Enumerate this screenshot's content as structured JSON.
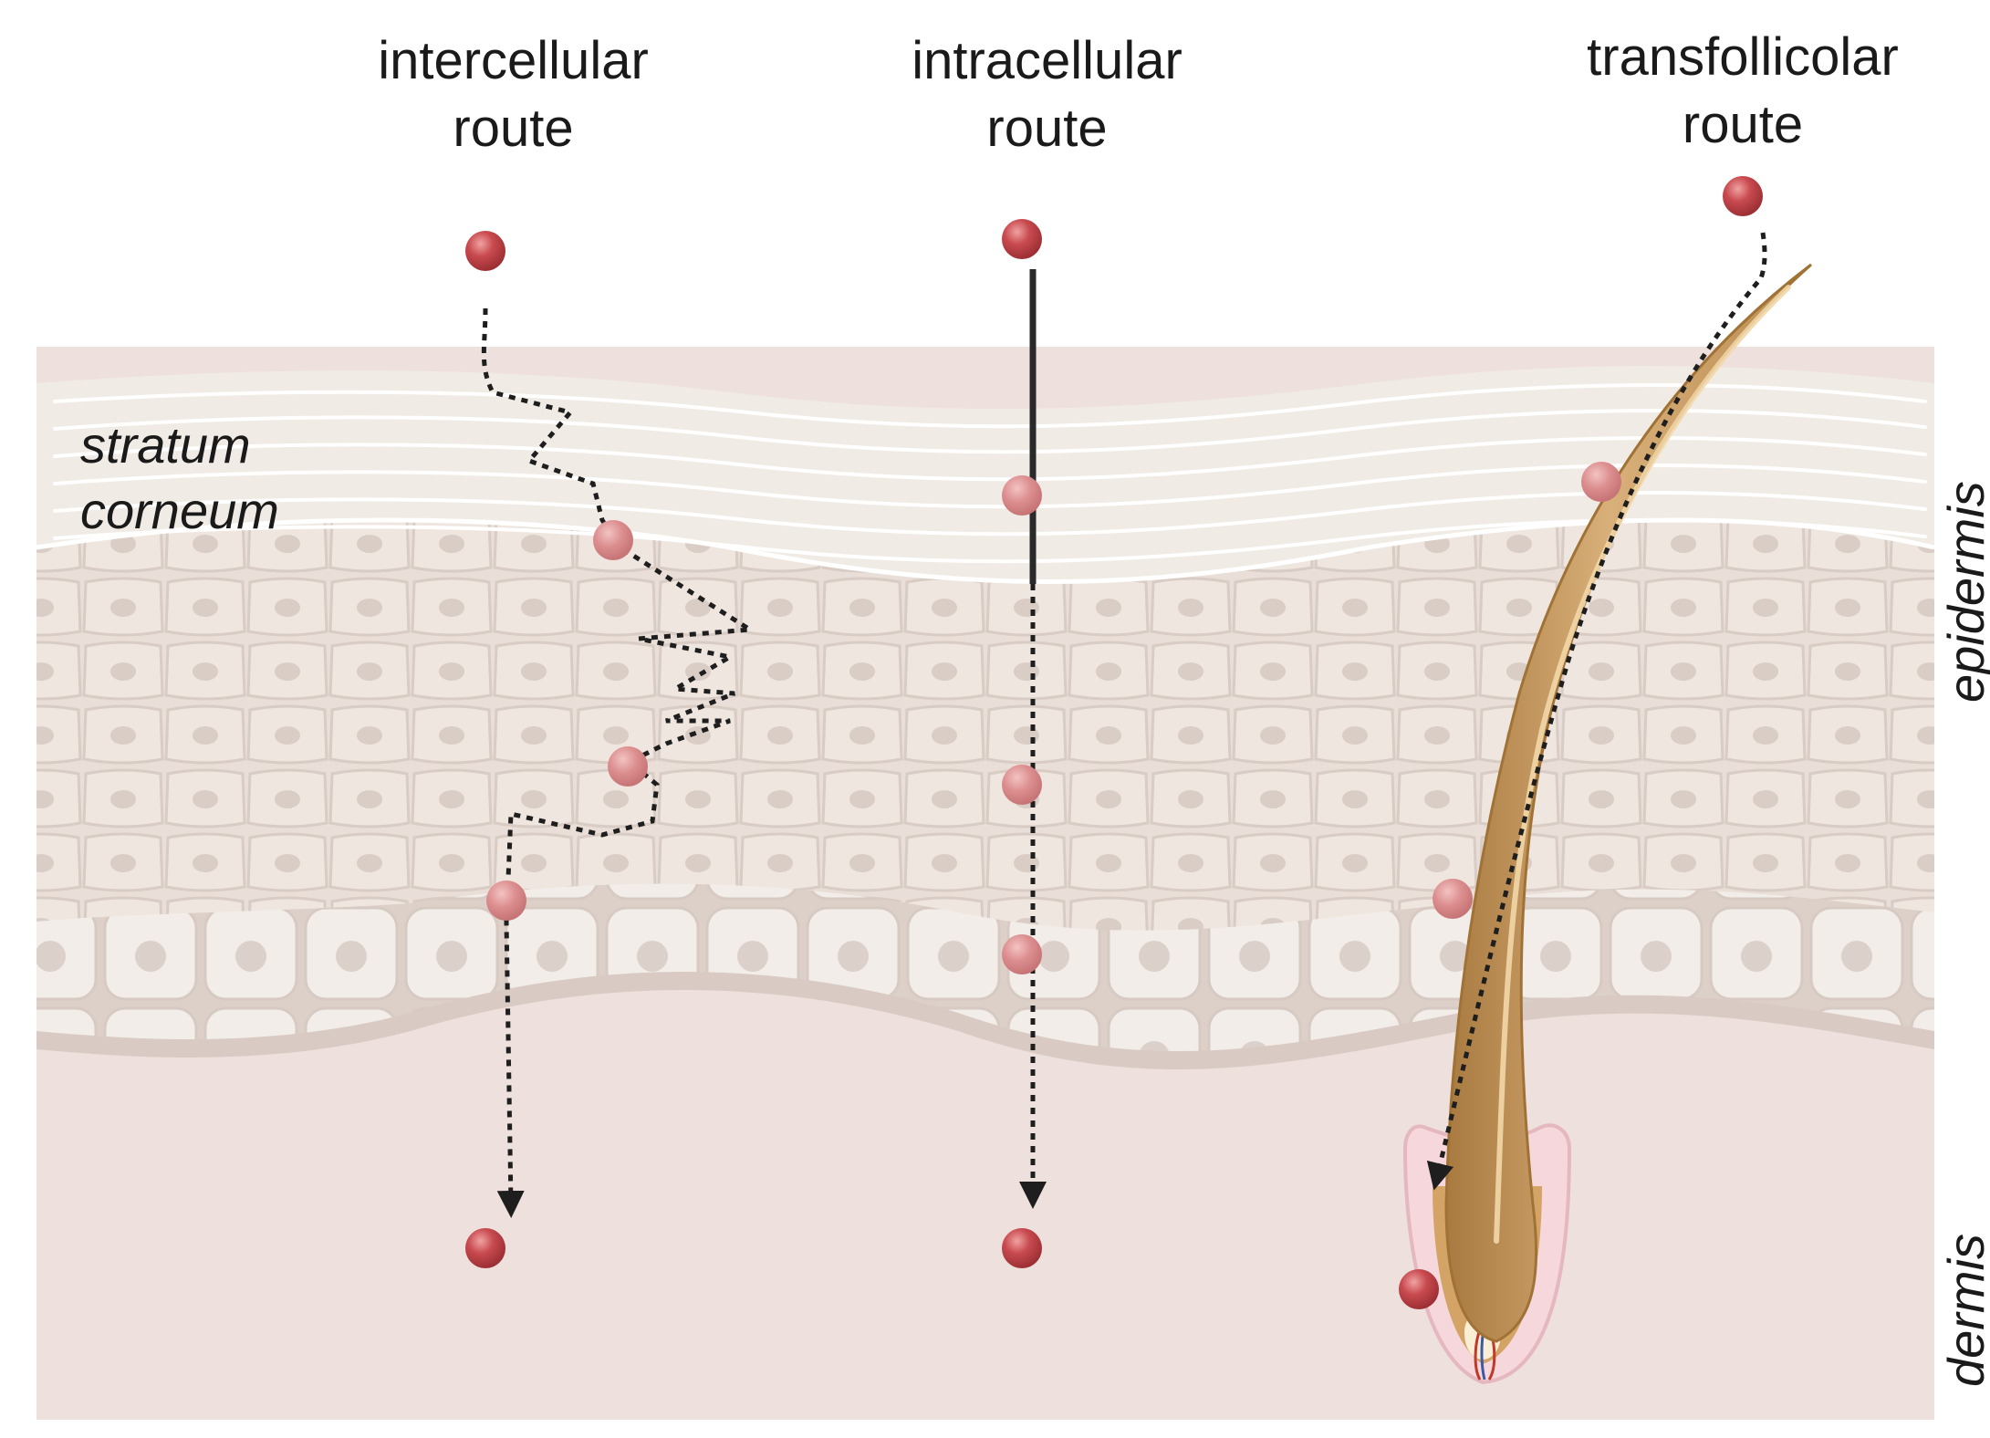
{
  "routes": {
    "intercellular": {
      "line1": "intercellular",
      "line2": "route"
    },
    "intracellular": {
      "line1": "intracellular",
      "line2": "route"
    },
    "transfollicular": {
      "line1": "transfollicolar",
      "line2": "route"
    }
  },
  "layers": {
    "stratum_corneum": {
      "line1": "stratum",
      "line2": "corneum"
    },
    "epidermis": "epidermis",
    "dermis": "dermis"
  },
  "colors": {
    "particle": "#c8474c",
    "particle_faded": "#d78686",
    "hair": "#c99a5c",
    "corneum": "#f1ebe5",
    "epidermis": "#e6dbd3",
    "dermis": "#eddfdc",
    "path": "#1e1e1e"
  }
}
